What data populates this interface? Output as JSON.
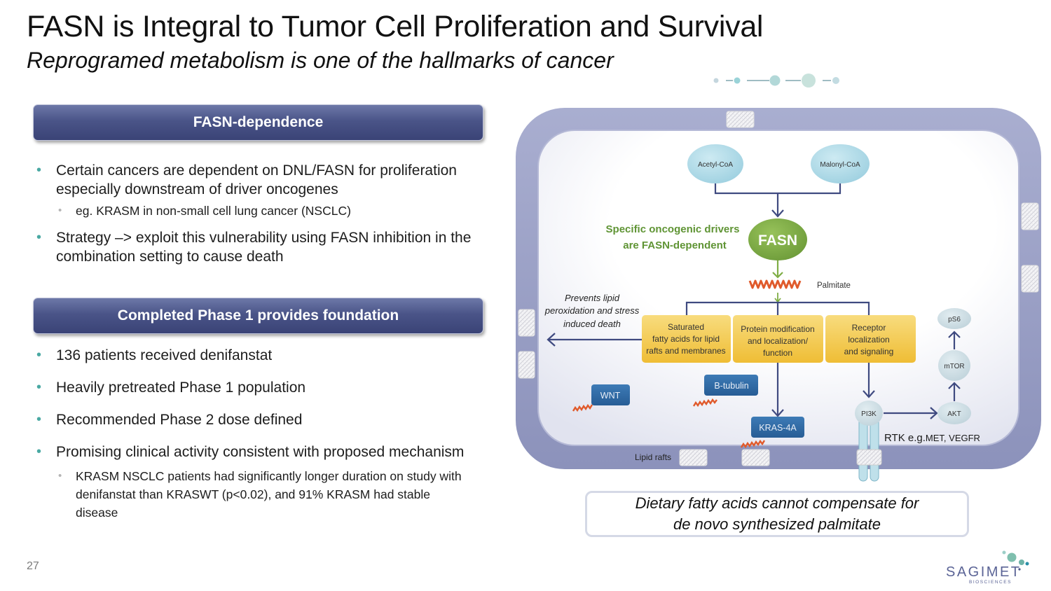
{
  "slide": {
    "title": "FASN is Integral to Tumor Cell Proliferation and Survival",
    "subtitle": "Reprogramed metabolism is one of the hallmarks of cancer",
    "page_number": "27"
  },
  "left": {
    "section1": {
      "header": "FASN-dependence",
      "bullets": [
        {
          "text": "Certain cancers are dependent on DNL/FASN for proliferation especially downstream of driver oncogenes",
          "level": 1
        },
        {
          "text": "eg. KRASM in non-small cell lung cancer (NSCLC)",
          "level": 2
        },
        {
          "text": "Strategy –> exploit this vulnerability using FASN inhibition in the combination setting to cause death",
          "level": 1
        }
      ]
    },
    "section2": {
      "header": "Completed Phase 1 provides foundation",
      "bullets": [
        {
          "text": "136 patients received denifanstat",
          "level": 1
        },
        {
          "text": "Heavily pretreated Phase 1 population",
          "level": 1
        },
        {
          "text": "Recommended Phase 2 dose defined",
          "level": 1
        },
        {
          "text": "Promising clinical activity consistent with proposed mechanism",
          "level": 1
        },
        {
          "text": "KRASM NSCLC patients had significantly longer duration on study with denifanstat than KRASWT (p<0.02), and 91% KRASM had stable disease",
          "level": 2
        }
      ]
    }
  },
  "diagram": {
    "substrates": [
      "Acetyl-CoA",
      "Malonyl-CoA"
    ],
    "enzyme": "FASN",
    "driver_note_line1": "Specific oncogenic drivers",
    "driver_note_line2": "are FASN-dependent",
    "product": "Palmitate",
    "prevents_line1": "Prevents lipid",
    "prevents_line2": "peroxidation and stress",
    "prevents_line3": "induced death",
    "boxes": [
      {
        "lines": [
          "Saturated",
          "fatty acids for lipid",
          "rafts and membranes"
        ]
      },
      {
        "lines": [
          "Protein modification",
          "and localization/",
          "function"
        ]
      },
      {
        "lines": [
          "Receptor",
          "localization",
          "and signaling"
        ]
      }
    ],
    "proteins": [
      "WNT",
      "B-tubulin",
      "KRAS-4A"
    ],
    "signaling": [
      "PI3K",
      "AKT",
      "mTOR",
      "pS6"
    ],
    "rtk_label_prefix": "RTK e.g.",
    "rtk_label_examples": "MET, VEGFR",
    "lipid_rafts_label": "Lipid rafts",
    "colors": {
      "membrane": "#9ba0c4",
      "arrow": "#3f4a80",
      "fasn": "#7fad45",
      "driver_text": "#5f9434",
      "box": "#f3c94a",
      "protein": "#2f6aa3",
      "palmitate": "#e05a2b",
      "substrate": "#a9d9e6",
      "signal": "#cfe0e6"
    }
  },
  "callout": {
    "line1": "Dietary fatty acids cannot compensate for",
    "line2": "de novo synthesized palmitate"
  },
  "logo": {
    "name": "SAGIMET",
    "tagline": "BIOSCIENCES"
  }
}
